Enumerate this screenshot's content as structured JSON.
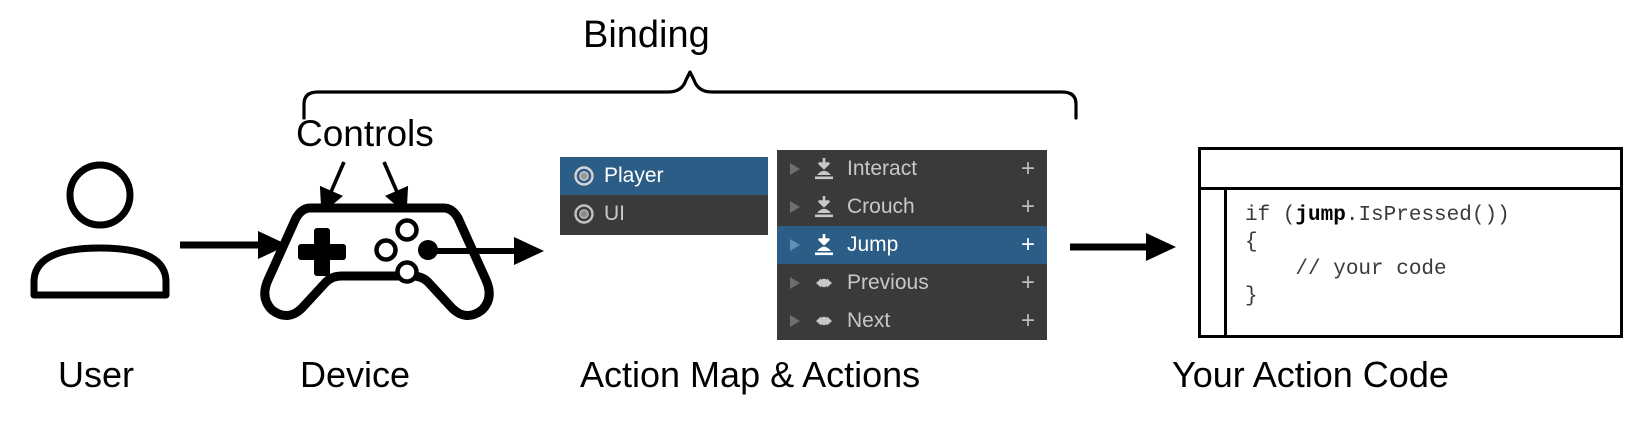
{
  "diagram": {
    "title_brace_label": "Binding",
    "controls_label": "Controls",
    "captions": {
      "user": "User",
      "device": "Device",
      "action_map": "Action Map & Actions",
      "code": "Your Action Code"
    },
    "colors": {
      "panel_bg": "#3A3A3A",
      "selection_blue": "#2C5D86",
      "row_text": "#C8C8C8",
      "row_text_selected": "#FFFFFF",
      "stroke": "#000000",
      "page_bg": "#FFFFFF"
    }
  },
  "user_block": {
    "icon": "person-icon"
  },
  "device_block": {
    "icon": "gamepad-icon",
    "buttons": {
      "dpad": "dpad-icon",
      "face_buttons": [
        "face-button-top",
        "face-button-left",
        "face-button-bottom",
        "face-button-right-filled"
      ]
    }
  },
  "action_maps_panel": {
    "rows": [
      {
        "label": "Player",
        "icon": "action-map-icon",
        "selected": true
      },
      {
        "label": "UI",
        "icon": "action-map-icon",
        "selected": false
      }
    ]
  },
  "actions_panel": {
    "add_symbol": "+",
    "rows": [
      {
        "label": "Interact",
        "icon": "button-action-icon",
        "foldout": "chevron-right-icon",
        "selected": false,
        "add": "+"
      },
      {
        "label": "Crouch",
        "icon": "button-action-icon",
        "foldout": "chevron-right-icon",
        "selected": false,
        "add": "+"
      },
      {
        "label": "Jump",
        "icon": "button-action-icon",
        "foldout": "chevron-right-icon",
        "selected": true,
        "add": "+"
      },
      {
        "label": "Previous",
        "icon": "axis-action-icon",
        "foldout": "chevron-right-icon",
        "selected": false,
        "add": "+"
      },
      {
        "label": "Next",
        "icon": "axis-action-icon",
        "foldout": "chevron-right-icon",
        "selected": false,
        "add": "+"
      }
    ]
  },
  "code_window": {
    "title_bar_text": "",
    "lines": [
      "if (jump.IsPressed())",
      "{",
      "    // your code",
      "}"
    ],
    "bold_token": "jump",
    "line1_prefix": "if (",
    "line1_suffix": ".IsPressed())",
    "line2": "{",
    "line3": "    // your code",
    "line4": "}"
  }
}
